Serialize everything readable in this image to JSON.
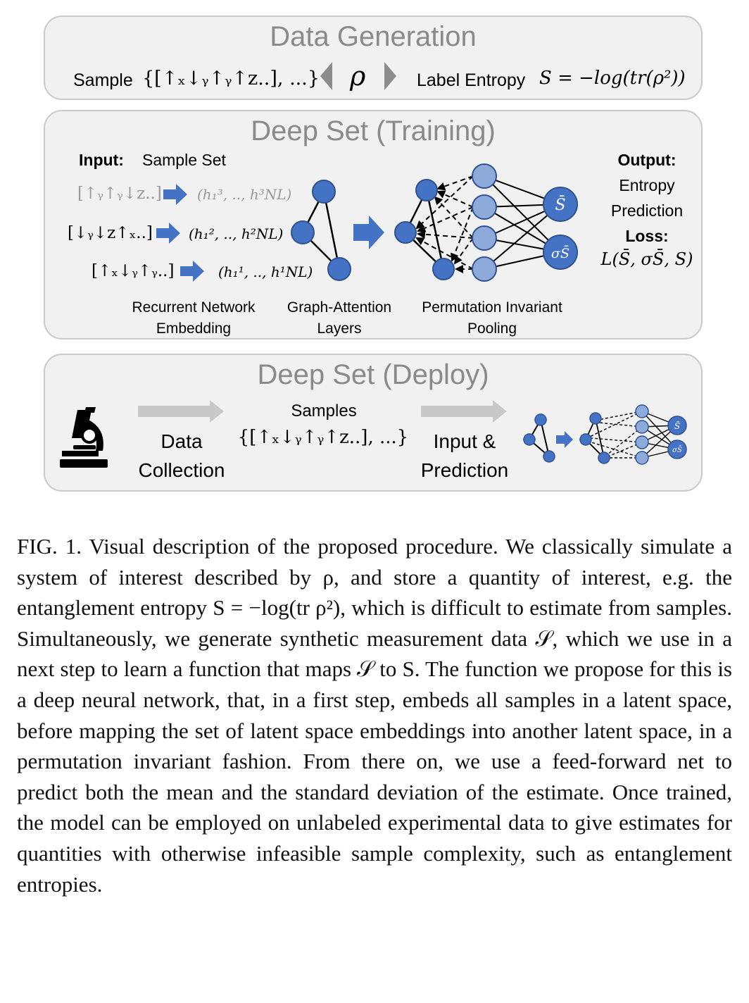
{
  "panels": {
    "generation": {
      "title": "Data Generation",
      "sample_prefix": "Sample",
      "sample_set": "{[↑ₓ↓ᵧ↑ᵧ↑z..], ...}",
      "rho": "ρ",
      "label_prefix": "Label Entropy",
      "label_formula": "S = −log(tr(ρ²))"
    },
    "training": {
      "title": "Deep Set (Training)",
      "input_label": "Input:",
      "input_value": "Sample Set",
      "rows": [
        {
          "sample": "[↑ᵧ↑ᵧ↓z..]",
          "embedding": "(h₁³, .., h³NL)"
        },
        {
          "sample": "[↓ᵧ↓z↑ₓ..]",
          "embedding": "(h₁², .., h²NL)"
        },
        {
          "sample": "[↑ₓ↓ᵧ↑ᵧ..]",
          "embedding": "(h₁¹, .., h¹NL)"
        }
      ],
      "stage_labels": [
        {
          "line1": "Recurrent Network",
          "line2": "Embedding"
        },
        {
          "line1": "Graph-Attention",
          "line2": "Layers"
        },
        {
          "line1": "Permutation Invariant",
          "line2": "Pooling"
        }
      ],
      "output_label": "Output:",
      "output_line1": "Entropy",
      "output_line2": "Prediction",
      "loss_label": "Loss:",
      "loss_formula": "L(S̄, σS̄, S)",
      "node_s_bar": "S̄",
      "node_sigma": "σS̄"
    },
    "deploy": {
      "title": "Deep Set (Deploy)",
      "step1_line1": "Data",
      "step1_line2": "Collection",
      "samples_label": "Samples",
      "samples_set": "{[↑ₓ↓ᵧ↑ᵧ↑z..], ...}",
      "step2_line1": "Input &",
      "step2_line2": "Prediction",
      "mini_s_bar": "S̄",
      "mini_sigma": "σS̄"
    }
  },
  "caption": "FIG. 1. Visual description of the proposed procedure. We classically simulate a system of interest described by ρ, and store a quantity of interest, e.g. the entanglement entropy S = −log(tr ρ²), which is difficult to estimate from samples. Simultaneously, we generate synthetic measurement data 𝒮, which we use in a next step to learn a function that maps 𝒮 to S. The function we propose for this is a deep neural network, that, in a first step, embeds all samples in a latent space, before mapping the set of latent space embeddings into another latent space, in a permutation invariant fashion. From there on, we use a feed-forward net to predict both the mean and the standard deviation of the estimate. Once trained, the model can be employed on unlabeled experimental data to give estimates for quantities with otherwise infeasible sample complexity, such as entanglement entropies.",
  "colors": {
    "node_dark": "#4472c4",
    "node_light": "#8eaadb",
    "node_stroke": "#2f528f",
    "arrow_blue": "#4472c4",
    "arrow_gray": "#c8c8c8",
    "panel_bg": "#f1f1f1",
    "panel_border": "#c9c9c9",
    "title_gray": "#8a8a8a",
    "faded_text": "#9a9a9a"
  },
  "icons": [
    "microscope-icon",
    "left-triangle-icon",
    "right-triangle-icon",
    "block-arrow-icon"
  ]
}
